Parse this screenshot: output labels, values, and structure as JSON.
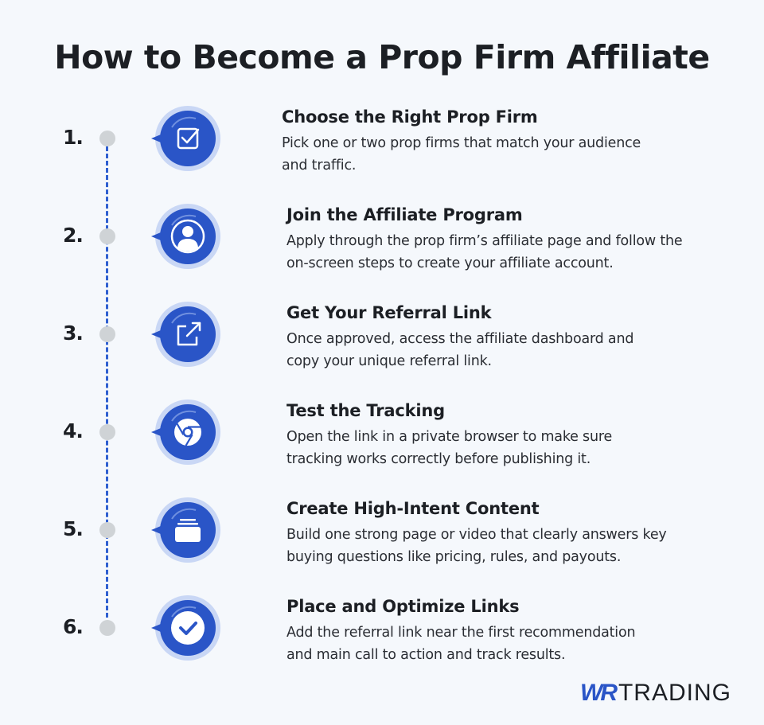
{
  "title": "How to Become a Prop Firm Affiliate",
  "colors": {
    "accent": "#2a55c7",
    "badge_outer": "#c9d7f5",
    "timeline_line": "#2f5fd0",
    "dot": "#cfd3d6",
    "text": "#1c1f24",
    "background": "#f5f8fc"
  },
  "steps": [
    {
      "number": "1.",
      "icon": "checkbox-icon",
      "title": "Choose the Right Prop Firm",
      "description": "Pick one or two prop firms that match your audience and traffic."
    },
    {
      "number": "2.",
      "icon": "user-profile-icon",
      "title": "Join the Affiliate Program",
      "description": "Apply through the prop firm’s affiliate page and follow the on-screen steps to create your affiliate account."
    },
    {
      "number": "3.",
      "icon": "external-link-icon",
      "title": "Get Your Referral Link",
      "description": "Once approved, access the affiliate dashboard and copy your unique referral link."
    },
    {
      "number": "4.",
      "icon": "browser-icon",
      "title": "Test the Tracking",
      "description": "Open the link in a private browser to make sure tracking works correctly before publishing it."
    },
    {
      "number": "5.",
      "icon": "folder-stack-icon",
      "title": "Create High-Intent Content",
      "description": "Build one strong page or video that clearly answers key buying questions like pricing, rules, and payouts."
    },
    {
      "number": "6.",
      "icon": "check-circle-icon",
      "title": "Place and Optimize Links",
      "description": "Add the referral link near the first recommendation and main call to action and track results."
    }
  ],
  "logo": {
    "mark": "WR",
    "word": "TRADING"
  }
}
